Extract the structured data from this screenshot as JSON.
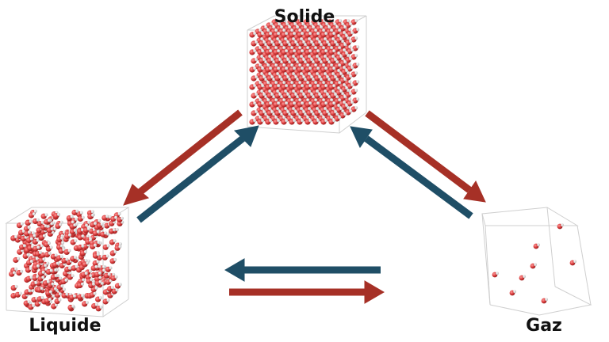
{
  "states": {
    "solid": {
      "label": "Solide"
    },
    "liquid": {
      "label": "Liquide"
    },
    "gas": {
      "label": "Gaz"
    }
  },
  "colors": {
    "heating_arrow": "#a63026",
    "cooling_arrow": "#1f4e66",
    "molecule_red": "#d93a3a",
    "molecule_white": "#e9e9e9",
    "box_edge": "#cfcfcf"
  },
  "icons": {
    "solid": "solid-lattice-icon",
    "liquid": "liquid-molecules-icon",
    "gas": "gas-molecules-icon"
  }
}
